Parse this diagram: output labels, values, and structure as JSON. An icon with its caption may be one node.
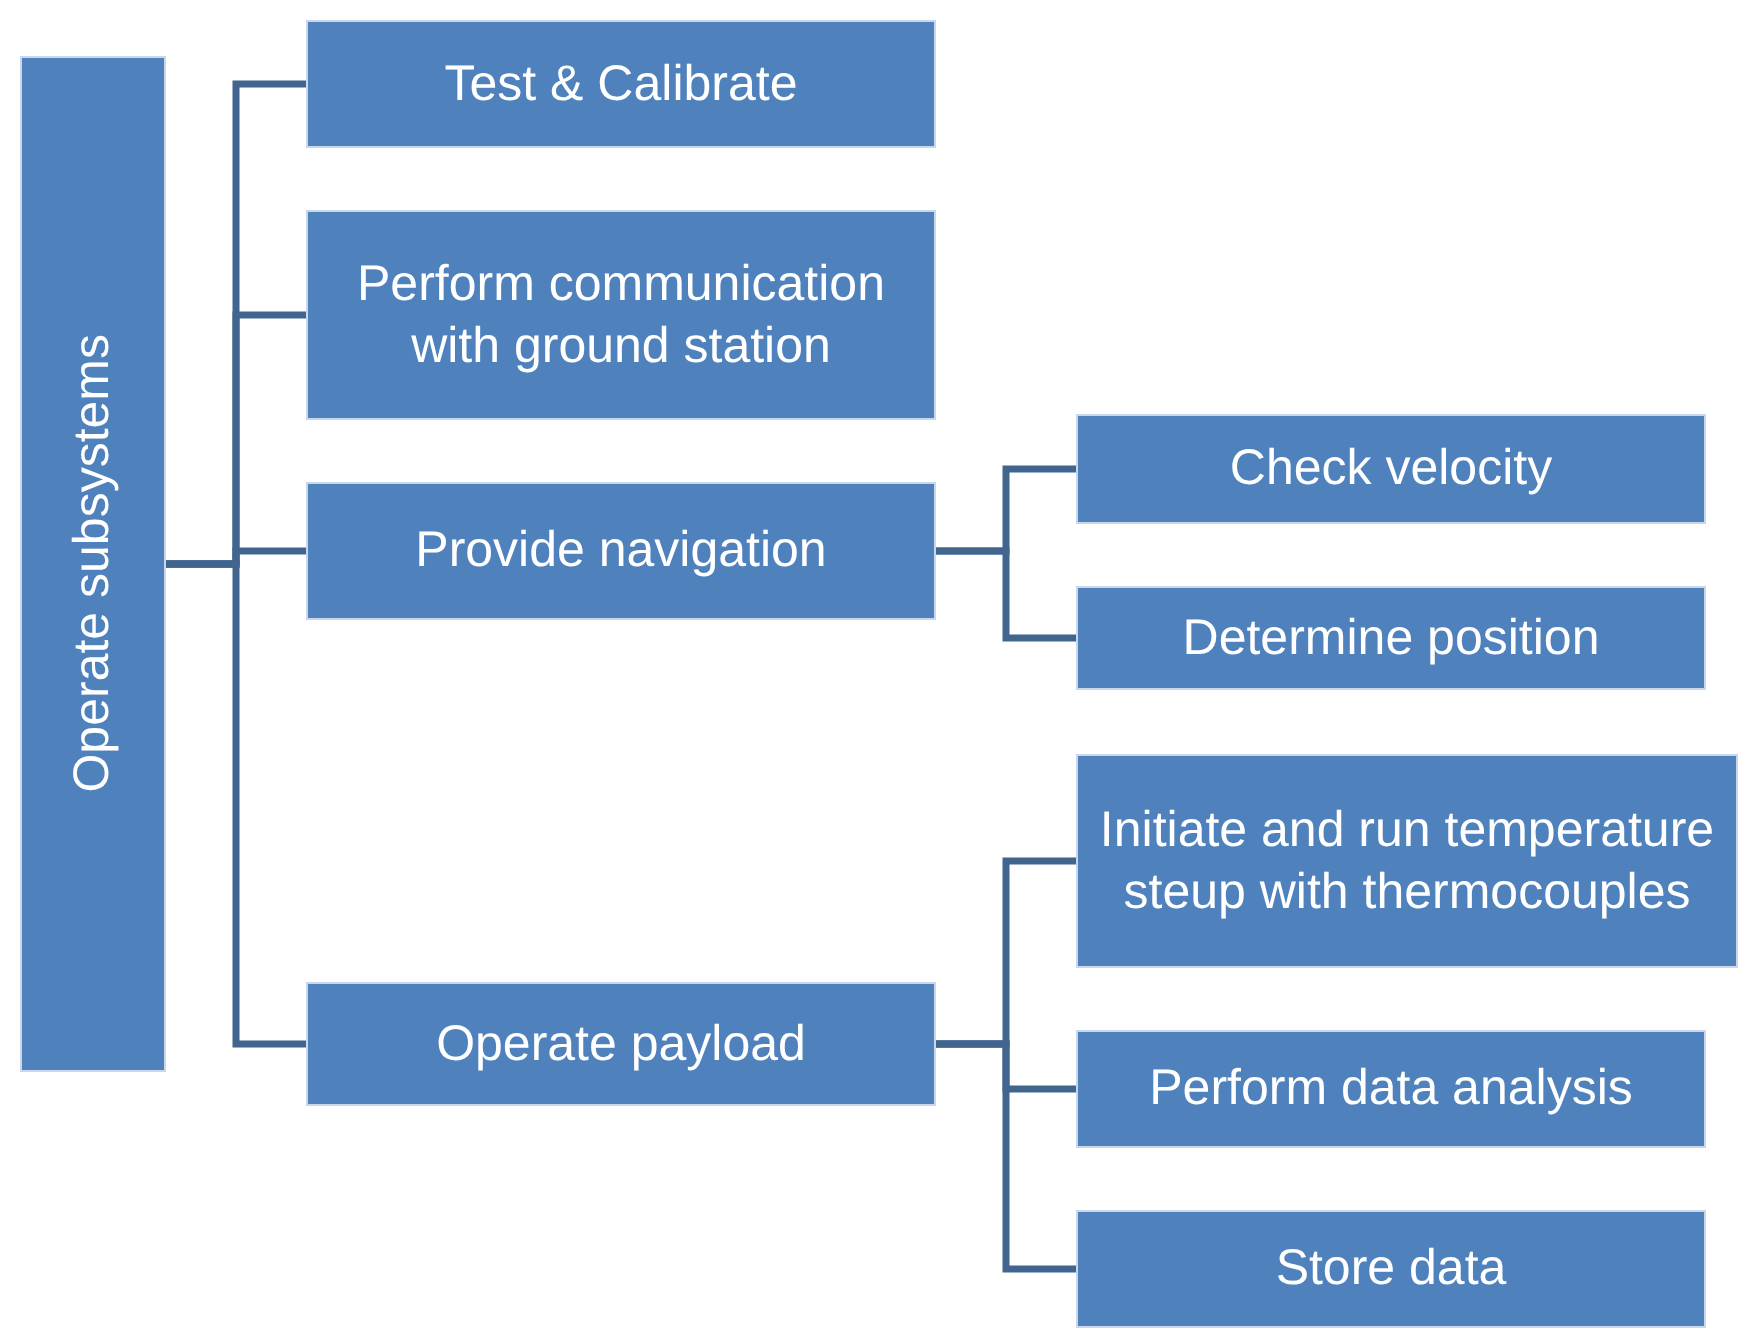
{
  "diagram": {
    "nodes": [
      {
        "text": [
          "Operate subsystems"
        ]
      },
      {
        "text": [
          "Test & Calibrate"
        ]
      },
      {
        "text": [
          "Perform communication with ground station"
        ]
      },
      {
        "text": [
          "Provide navigation"
        ]
      },
      {
        "text": [
          "Operate payload"
        ]
      },
      {
        "text": [
          "Check velocity"
        ]
      },
      {
        "text": [
          "Determine position"
        ]
      },
      {
        "text": [
          "Initiate and run temperature steup with thermocouples"
        ]
      },
      {
        "text": [
          "Perform data analysis"
        ]
      },
      {
        "text": [
          "Store data"
        ]
      }
    ],
    "edges": [
      {
        "from": 0,
        "to": 1,
        "arrow": "none"
      },
      {
        "from": 0,
        "to": 2,
        "arrow": "none"
      },
      {
        "from": 0,
        "to": 3,
        "arrow": "none"
      },
      {
        "from": 0,
        "to": 4,
        "arrow": "none"
      },
      {
        "from": 3,
        "to": 5,
        "arrow": "none"
      },
      {
        "from": 3,
        "to": 6,
        "arrow": "none"
      },
      {
        "from": 4,
        "to": 7,
        "arrow": "none"
      },
      {
        "from": 4,
        "to": 8,
        "arrow": "none"
      },
      {
        "from": 4,
        "to": 9,
        "arrow": "none"
      }
    ]
  }
}
